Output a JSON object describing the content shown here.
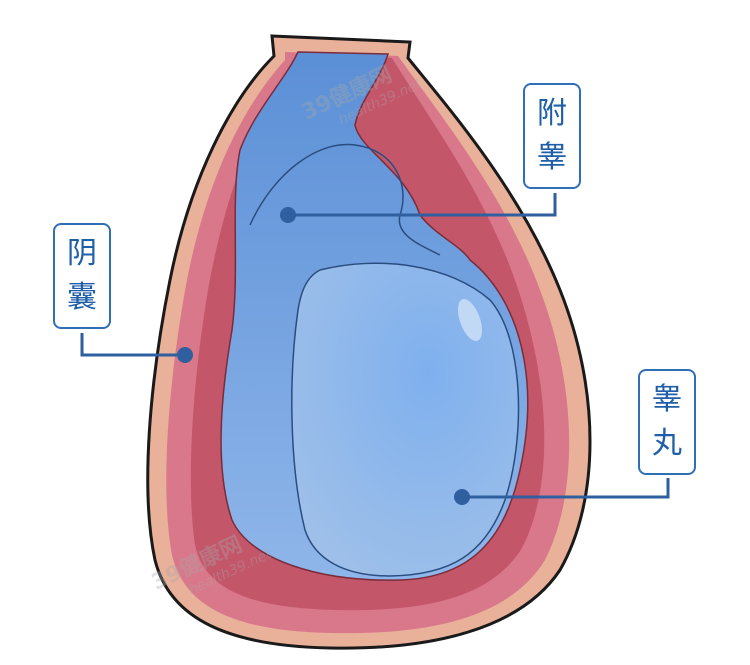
{
  "labels": {
    "epididymis": [
      "附",
      "睾"
    ],
    "scrotum": [
      "阴",
      "囊"
    ],
    "testis": [
      "睾",
      "丸"
    ]
  },
  "watermark": {
    "brand": "39健康网",
    "url": "health39.net"
  },
  "colors": {
    "label": "#2f6fb5",
    "scrotum": "#d9788a",
    "testis": "#6fa3e6",
    "outline": "#1a1a1a"
  }
}
